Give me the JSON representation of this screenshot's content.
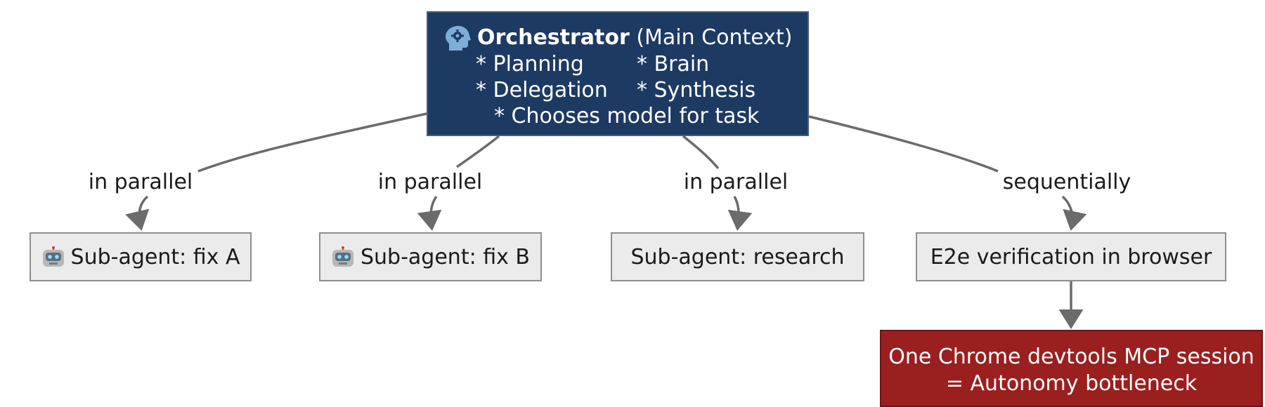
{
  "orchestrator": {
    "icon": "head-gear-icon",
    "title": "Orchestrator",
    "subtitle": "(Main Context)",
    "items": [
      "* Planning",
      "* Brain",
      "* Delegation",
      "* Synthesis",
      "* Chooses model for task"
    ]
  },
  "edges": [
    {
      "label": "in parallel"
    },
    {
      "label": "in parallel"
    },
    {
      "label": "in parallel"
    },
    {
      "label": "sequentially"
    }
  ],
  "nodes": [
    {
      "label": "Sub-agent: fix A",
      "icon": "robot-icon"
    },
    {
      "label": "Sub-agent: fix B",
      "icon": "robot-icon"
    },
    {
      "label": "Sub-agent: research"
    },
    {
      "label": "E2e verification in browser"
    }
  ],
  "bottleneck": {
    "line1": "One Chrome devtools MCP session",
    "line2": "= Autonomy bottleneck"
  },
  "colors": {
    "orchestrator_fill": "#1d3a63",
    "node_fill": "#ebebeb",
    "bottleneck_fill": "#9a1f1f",
    "connector": "#6b6b6b"
  }
}
